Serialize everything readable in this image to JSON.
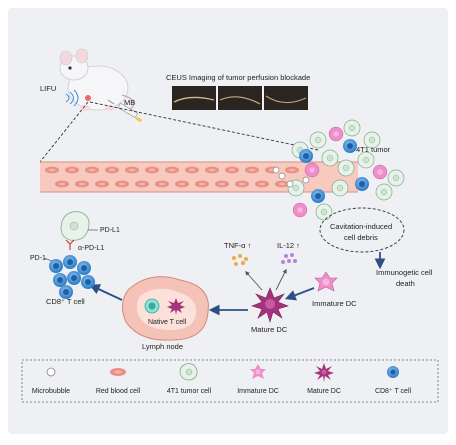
{
  "labels": {
    "lifu": "LIFU",
    "mb": "MB",
    "ceus_title": "CEUS Imaging of tumor perfusion blockade",
    "tumor": "4T1 tumor",
    "cavitation_1": "Cavitation-induced",
    "cavitation_2": "cell debris",
    "immunogenic_1": "Immunogetic cell",
    "immunogenic_2": "death",
    "immature_dc": "Immature DC",
    "mature_dc": "Mature DC",
    "tnf": "TNF-α ↑",
    "il12": "IL-12 ↑",
    "lymph_node": "Lymph node",
    "native_t": "Native T cell",
    "pd_l1": "PD-L1",
    "anti_pd_l1": "α-PD-L1",
    "pd_1": "PD-1",
    "cd8_cell": "CD8⁺ T cell"
  },
  "legend": [
    {
      "label": "Microbubble",
      "icon": "microbubble-icon"
    },
    {
      "label": "Red blood cell",
      "icon": "red-blood-cell-icon"
    },
    {
      "label": "4T1 tumor cell",
      "icon": "tumor-cell-icon"
    },
    {
      "label": "Immature DC",
      "icon": "immature-dc-icon"
    },
    {
      "label": "Mature DC",
      "icon": "mature-dc-icon"
    },
    {
      "label": "CD8⁺ T cell",
      "icon": "cd8-t-cell-icon"
    }
  ],
  "colors": {
    "panel_bg": "#eef0f3",
    "vessel": "#f7c9bf",
    "rbc": "#e98f84",
    "tumor_cell": "#e8f2ea",
    "immature_dc": "#f08ec9",
    "mature_dc": "#a4337b",
    "t_cell": "#3a8fd8",
    "arrow": "#2c4e86"
  }
}
